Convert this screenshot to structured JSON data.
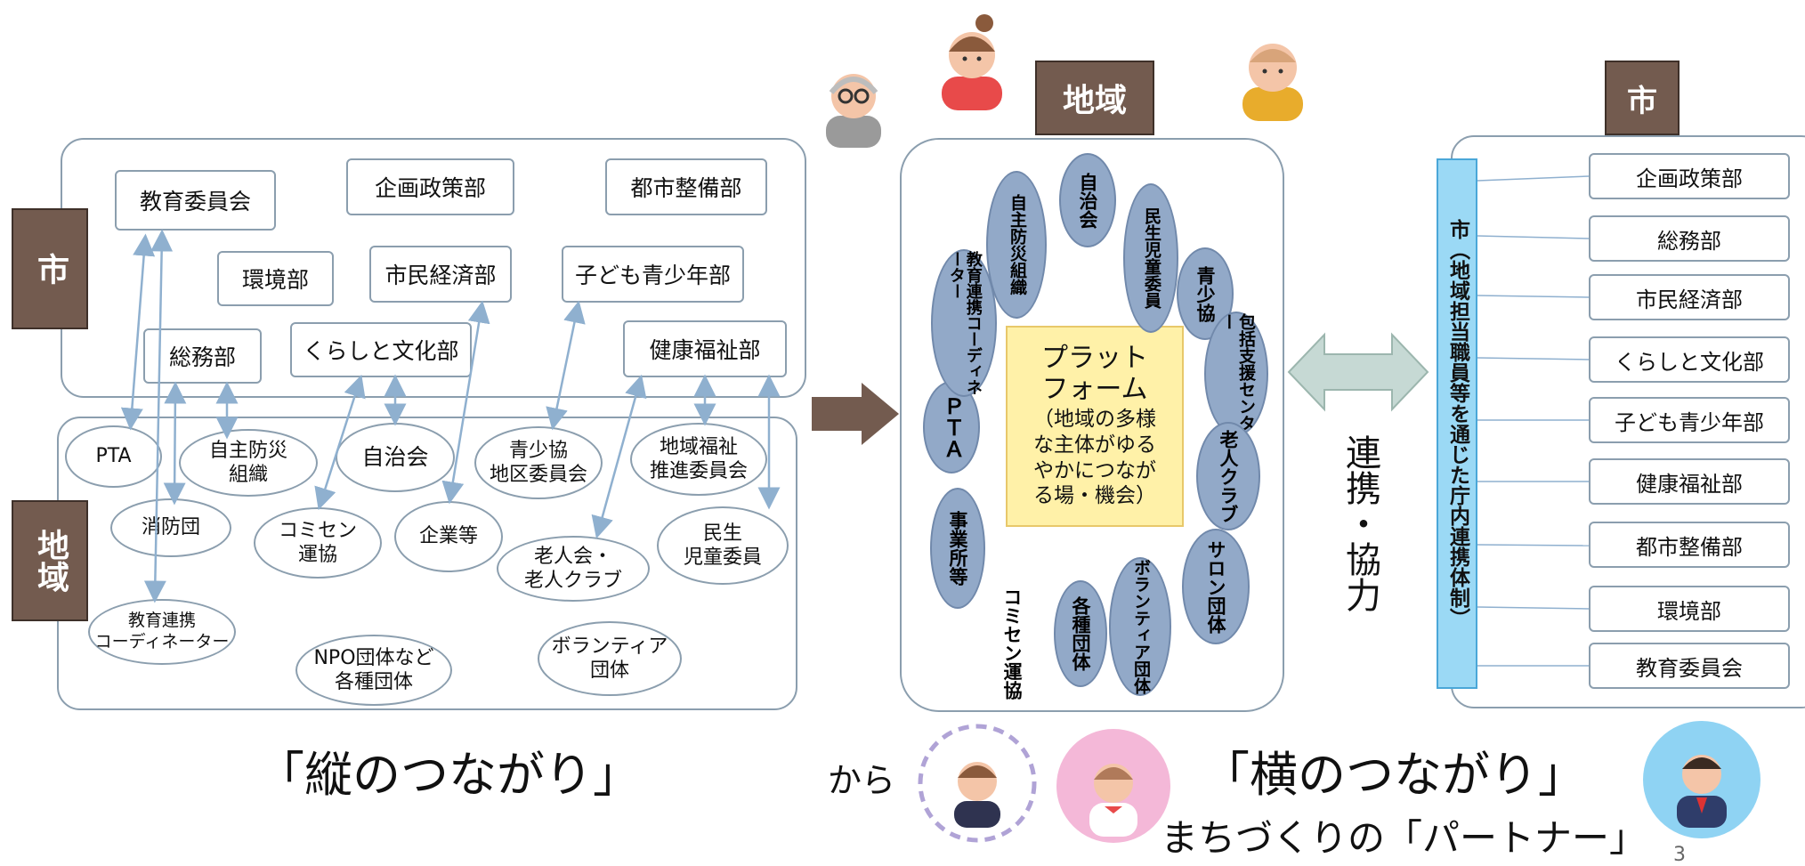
{
  "left": {
    "city_label": "市",
    "region_label": "地域",
    "city_depts": {
      "kyoiku": "教育委員会",
      "kikaku": "企画政策部",
      "toshi": "都市整備部",
      "kankyo": "環境部",
      "shimin": "市民経済部",
      "kodomo": "子ども青少年部",
      "somu": "総務部",
      "kurashi": "くらしと文化部",
      "kenko": "健康福祉部"
    },
    "region_groups": {
      "pta": "PTA",
      "jishubosai": "自主防災\n組織",
      "jichikai": "自治会",
      "seishokyo": "青少協\n地区委員会",
      "chiikifukushi": "地域福祉\n推進委員会",
      "shobodan": "消防団",
      "komisen": "コミセン\n運協",
      "kigyo": "企業等",
      "rojinkai": "老人会・\n老人クラブ",
      "minsei": "民生\n児童委員",
      "kyoikurenkei": "教育連携\nコーディネーター",
      "npo": "NPO団体など\n各種団体",
      "volunteer": "ボランティア\n団体"
    },
    "caption": "「縦のつながり」"
  },
  "middle": {
    "region_label": "地域",
    "platform": {
      "title": "プラット\nフォーム",
      "desc": "（地域の多様\nな主体がゆる\nやかにつなが\nる場・機会）"
    },
    "groups": {
      "jichikai": "自治会",
      "minsei": "民生児童委員",
      "seishokyo": "青少協",
      "hokatsu": "包括支援センター",
      "rojin": "老人クラブ",
      "salon": "サロン団体",
      "volunteer": "ボランティア団体",
      "kakushu": "各種団体",
      "komisen": "コミセン運協",
      "jigyosho": "事業所等",
      "pta": "ＰＴＡ",
      "kyoikurenkei": "教育連携コーディネーター",
      "jishubosai": "自主防災組織"
    },
    "kara": "から",
    "caption": "「横のつながり」",
    "partner": "まちづくりの「パートナー」"
  },
  "cooperation": "連携・協力",
  "right": {
    "city_label": "市",
    "liaison": "市（地域担当職員等を通じた庁内連携体制）",
    "depts": [
      "企画政策部",
      "総務部",
      "市民経済部",
      "くらしと文化部",
      "子ども青少年部",
      "健康福祉部",
      "都市整備部",
      "環境部",
      "教育委員会"
    ]
  },
  "page_number": "3",
  "colors": {
    "brown": "#735b4f",
    "blue_oval": "#92a9c8",
    "platform": "#fff1a8",
    "arrow_green": "#c6d9d4",
    "liaison_bar": "#9bd9f5"
  }
}
